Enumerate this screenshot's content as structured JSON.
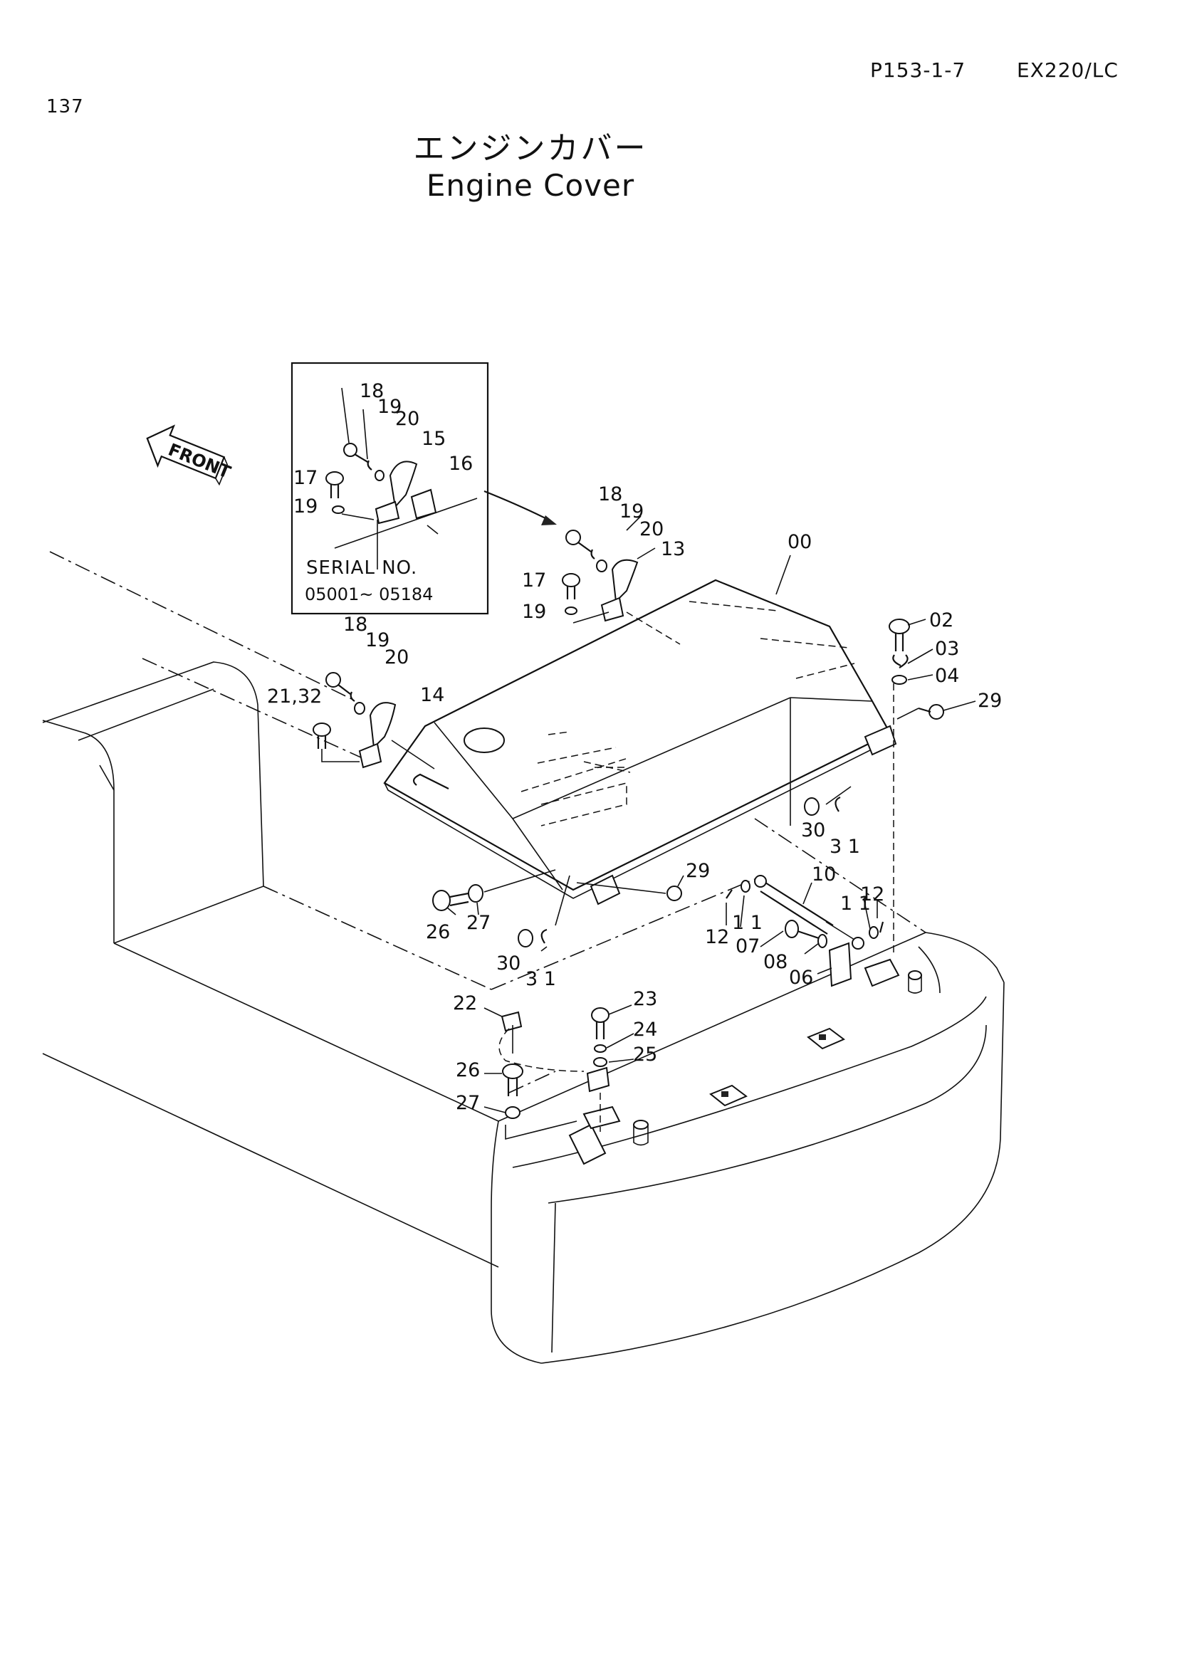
{
  "header": {
    "page_number": "137",
    "part_code": "P153-1-7",
    "model": "EX220/LC"
  },
  "title": {
    "japanese": "エンジンカバー",
    "english": "Engine Cover"
  },
  "inset": {
    "serial_label": "SERIAL  NO.",
    "serial_range": "05001~ 05184"
  },
  "front_marker": "FRONT",
  "callouts": {
    "c00": "00",
    "c02": "02",
    "c03": "03",
    "c04": "04",
    "c29a": "29",
    "c29b": "29",
    "c30a": "30",
    "c31a": "3 1",
    "c30b": "30",
    "c31b": "3 1",
    "c10": "10",
    "c11a": "1 1",
    "c12a": "12",
    "c11b": "1 1",
    "c12b": "12",
    "c07": "07",
    "c08": "08",
    "c06": "06",
    "c26a": "26",
    "c27a": "27",
    "c22": "22",
    "c23": "23",
    "c24": "24",
    "c25": "25",
    "c26b": "26",
    "c27b": "27",
    "c18a": "18",
    "c19a": "19",
    "c20a": "20",
    "c13": "13",
    "c17a": "17",
    "c19b": "19",
    "c18b": "18",
    "c19c": "19",
    "c20b": "20",
    "c14": "14",
    "c2132": "21,32",
    "i18": "18",
    "i19": "19",
    "i20": "20",
    "i15": "15",
    "i17": "17",
    "i16": "16",
    "i19b": "19"
  }
}
